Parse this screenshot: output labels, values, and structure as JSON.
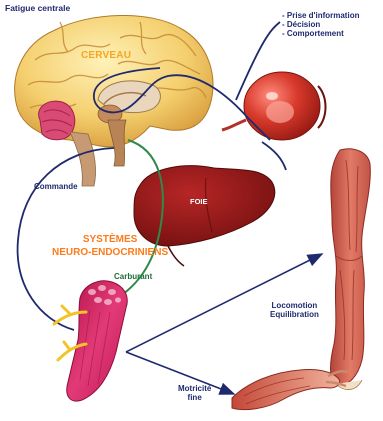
{
  "diagram": {
    "title": "Fatigue centrale",
    "info_items": [
      "Prise d'information",
      "Décision",
      "Comportement"
    ],
    "organs": {
      "brain_label": "CERVEAU",
      "liver_label": "FOIE"
    },
    "center_label": [
      "SYSTÈMES",
      "NEURO-ENDOCRINIENS"
    ],
    "links": {
      "command": "Commande",
      "fuel": "Carburant"
    },
    "outputs": {
      "locomotion": [
        "Locomotion",
        "Equilibration"
      ],
      "fine_motor": [
        "Motricité",
        "fine"
      ]
    },
    "colors": {
      "navy": "#1f2a6e",
      "orange": "#ff7a1a",
      "green": "#2f8a4a",
      "liver": "#8e1616",
      "muscle": "#d6245a"
    }
  }
}
